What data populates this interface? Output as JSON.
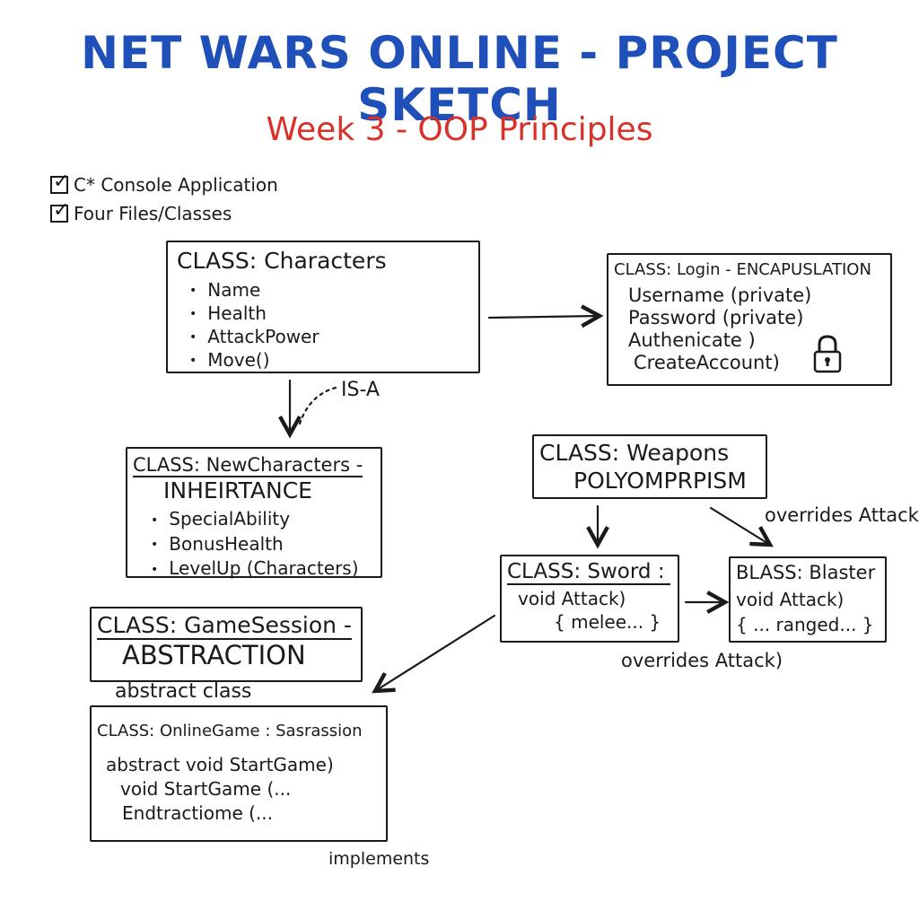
{
  "title": "NET WARS ONLINE - PROJECT SKETCH",
  "subtitle": "Week 3 - OOP Principles",
  "checklist": [
    "C* Console Application",
    "Four Files/Classes"
  ],
  "characters": {
    "header": "CLASS: Characters",
    "items": [
      "Name",
      "Health",
      "AttackPower",
      "Move()"
    ]
  },
  "login": {
    "header": "CLASS: Login - ENCAPUSLATION",
    "lines": [
      "Username (private)",
      "Password (private)",
      "Authenicate )",
      "CreateAccount)"
    ],
    "icon": "padlock-icon"
  },
  "is_a_label": "IS-A",
  "newcharacters": {
    "header": "CLASS: NewCharacters -",
    "subheader": "INHEIRTANCE",
    "items": [
      "SpecialAbility",
      "BonusHealth",
      "LevelUp (Characters)"
    ]
  },
  "weapons": {
    "header": "CLASS: Weapons",
    "subheader": "POLYOMPRPISM"
  },
  "overrides_label_top": "overrides Attack",
  "sword": {
    "header": "CLASS: Sword :",
    "lines": [
      "void Attack)",
      "{ melee... }"
    ]
  },
  "blaster": {
    "header": "BLASS: Blaster",
    "lines": [
      "void Attack)",
      "{ ... ranged... }"
    ]
  },
  "overrides_label_bottom": "overrides Attack)",
  "gamesession": {
    "header": "CLASS: GameSession -",
    "subheader": "ABSTRACTION",
    "note": "abstract class"
  },
  "onlinegame": {
    "header": "CLASS: OnlineGame : Sasrassion",
    "lines": [
      "abstract void StartGame)",
      "void StartGame (...",
      "Endtractiome (..."
    ]
  },
  "implements_label": "implements"
}
